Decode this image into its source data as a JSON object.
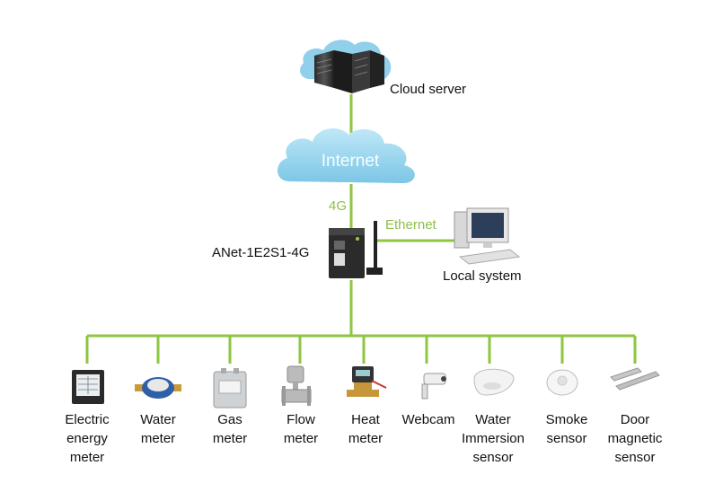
{
  "nodes": {
    "cloud_server": "Cloud server",
    "internet": "Internet",
    "gateway": "ANet-1E2S1-4G",
    "local_system": "Local system"
  },
  "links": {
    "uplink": "4G",
    "lan": "Ethernet"
  },
  "devices": [
    {
      "lines": [
        "Electric",
        "energy",
        "meter"
      ],
      "icon": "electric-meter-icon"
    },
    {
      "lines": [
        "Water",
        "meter"
      ],
      "icon": "water-meter-icon"
    },
    {
      "lines": [
        "Gas",
        "meter"
      ],
      "icon": "gas-meter-icon"
    },
    {
      "lines": [
        "Flow",
        "meter"
      ],
      "icon": "flow-meter-icon"
    },
    {
      "lines": [
        "Heat",
        "meter"
      ],
      "icon": "heat-meter-icon"
    },
    {
      "lines": [
        "Webcam"
      ],
      "icon": "webcam-icon"
    },
    {
      "lines": [
        "Water",
        "Immersion",
        "sensor"
      ],
      "icon": "water-immersion-sensor-icon"
    },
    {
      "lines": [
        "Smoke",
        "sensor"
      ],
      "icon": "smoke-sensor-icon"
    },
    {
      "lines": [
        "Door",
        "magnetic",
        "sensor"
      ],
      "icon": "door-magnetic-sensor-icon"
    }
  ],
  "colors": {
    "line": "#8dc63f",
    "cloud": "#8fd0ea",
    "gateway": "#2b2b2b"
  }
}
